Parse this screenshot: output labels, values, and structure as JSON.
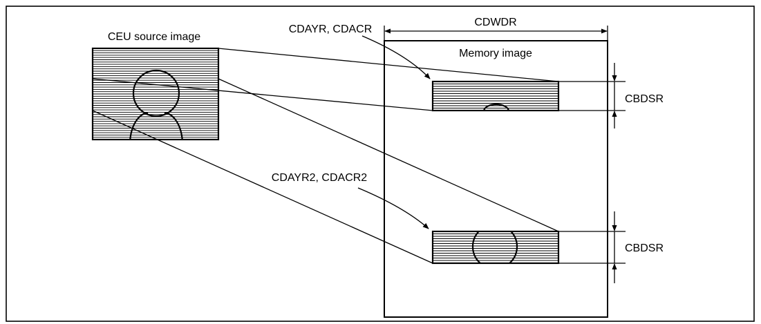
{
  "labels": {
    "source": "CEU source image",
    "memory": "Memory image",
    "width": "CDWDR",
    "addr1": "CDAYR, CDACR",
    "addr2": "CDAYR2, CDACR2",
    "size1": "CBDSR",
    "size2": "CBDSR"
  }
}
